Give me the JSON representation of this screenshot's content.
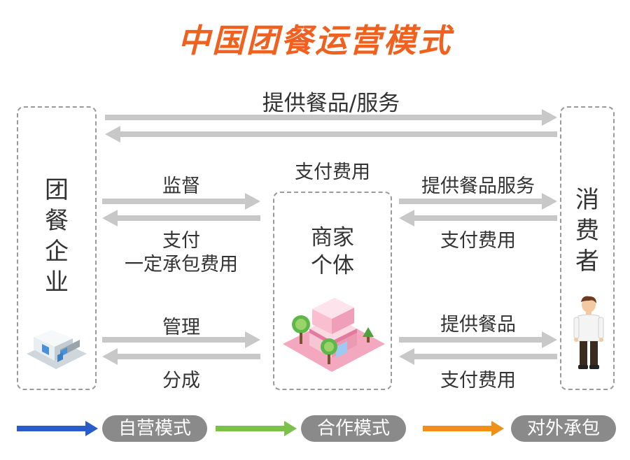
{
  "title": "中国团餐运营模式",
  "entities": {
    "left": "团餐企业",
    "middle_line1": "商家",
    "middle_line2": "个体",
    "right": "消费者"
  },
  "labels": {
    "top_service": "提供餐品/服务",
    "middle_pay": "支付费用",
    "supervise": "监督",
    "pay_line1": "支付",
    "pay_line2": "一定承包费用",
    "manage": "管理",
    "share": "分成",
    "right_top_service": "提供餐品服务",
    "right_top_pay": "支付费用",
    "right_bottom_service": "提供餐品",
    "right_bottom_pay": "支付费用"
  },
  "legend": [
    {
      "label": "自营模式",
      "color": "#2a5cc8"
    },
    {
      "label": "合作模式",
      "color": "#7cc24a"
    },
    {
      "label": "对外承包",
      "color": "#f0901a"
    }
  ],
  "colors": {
    "title": "#f0601e",
    "arrow": "#c8c8c8"
  },
  "icons": {
    "company": "building-icon",
    "merchant": "shop-icon",
    "consumer": "person-icon"
  }
}
